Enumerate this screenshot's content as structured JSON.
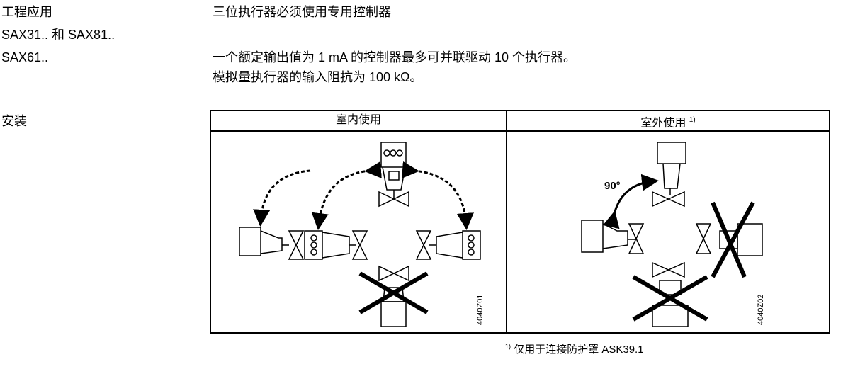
{
  "sections": [
    {
      "label": "工程应用",
      "text": "三位执行器必须使用专用控制器"
    },
    {
      "label": "SAX31.. 和 SAX81.."
    },
    {
      "label": "SAX61..",
      "lines": [
        "一个额定输出值为 1 mA 的控制器最多可并联驱动 10 个执行器。",
        "模拟量执行器的输入阻抗为 100 kΩ。"
      ]
    },
    {
      "label": "安装"
    }
  ],
  "table": {
    "indoor": {
      "title": "室内使用",
      "code": "4040Z01"
    },
    "outdoor": {
      "title": "室外使用",
      "note_ref": "1)",
      "angle": "90°",
      "code": "4040Z02"
    }
  },
  "footnote": {
    "ref": "1)",
    "text": "仅用于连接防护罩 ASK39.1"
  }
}
